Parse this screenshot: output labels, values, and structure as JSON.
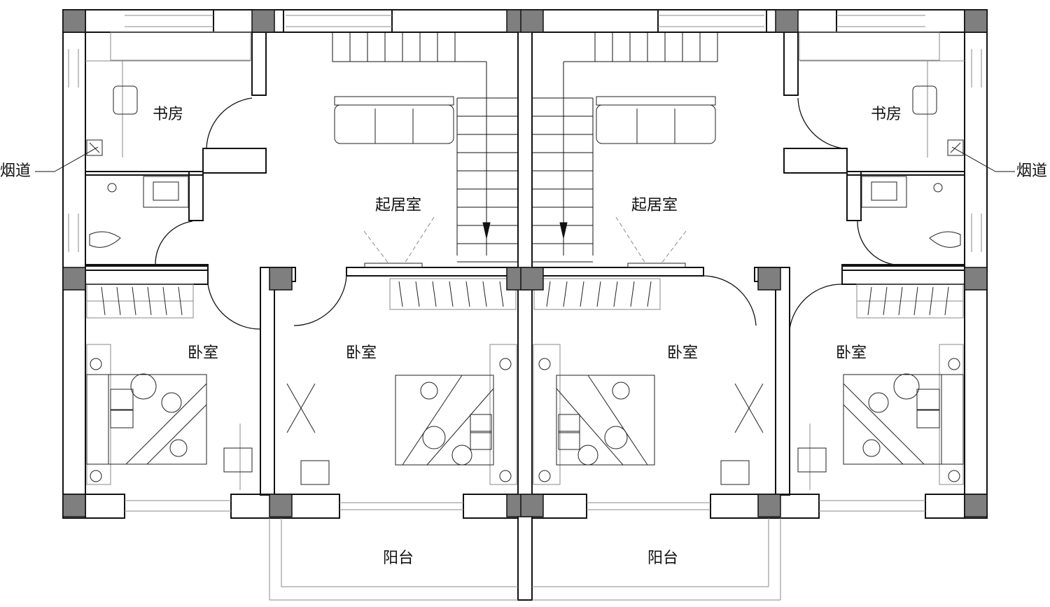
{
  "plan": {
    "rooms": [
      {
        "id": "study-left",
        "label": "书房"
      },
      {
        "id": "study-right",
        "label": "书房"
      },
      {
        "id": "living-left",
        "label": "起居室"
      },
      {
        "id": "living-right",
        "label": "起居室"
      },
      {
        "id": "bedroom-1",
        "label": "卧室"
      },
      {
        "id": "bedroom-2",
        "label": "卧室"
      },
      {
        "id": "bedroom-3",
        "label": "卧室"
      },
      {
        "id": "bedroom-4",
        "label": "卧室"
      },
      {
        "id": "balcony-left",
        "label": "阳台"
      },
      {
        "id": "balcony-right",
        "label": "阳台"
      }
    ],
    "callouts": [
      {
        "id": "flue-left",
        "label": "烟道"
      },
      {
        "id": "flue-right",
        "label": "烟道"
      }
    ],
    "colors": {
      "line": "#111111",
      "column": "#7f7f7f",
      "thin": "#9a9a9a"
    }
  }
}
